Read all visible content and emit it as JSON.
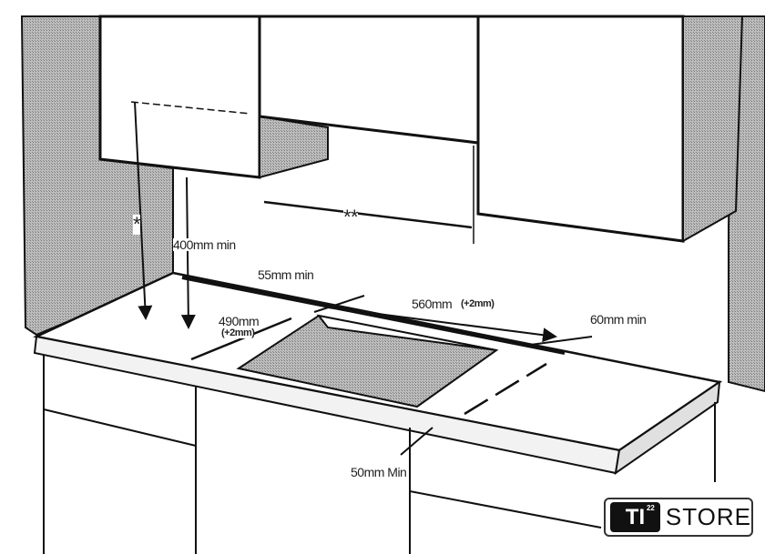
{
  "labels": {
    "star": "*",
    "double_star": "**",
    "height_min": "400mm min",
    "back_clearance": "55mm min",
    "cutout_width": "560mm",
    "cutout_width_tol": "(+2mm)",
    "cutout_depth": "490mm",
    "cutout_depth_tol": "(+2mm)",
    "side_clearance": "60mm min",
    "front_clearance": "50mm Min"
  },
  "logo": {
    "brand": "TI",
    "superscript": "22",
    "word": "STORE"
  },
  "colors": {
    "line": "#111111",
    "hatch": "#9a9a9a"
  }
}
